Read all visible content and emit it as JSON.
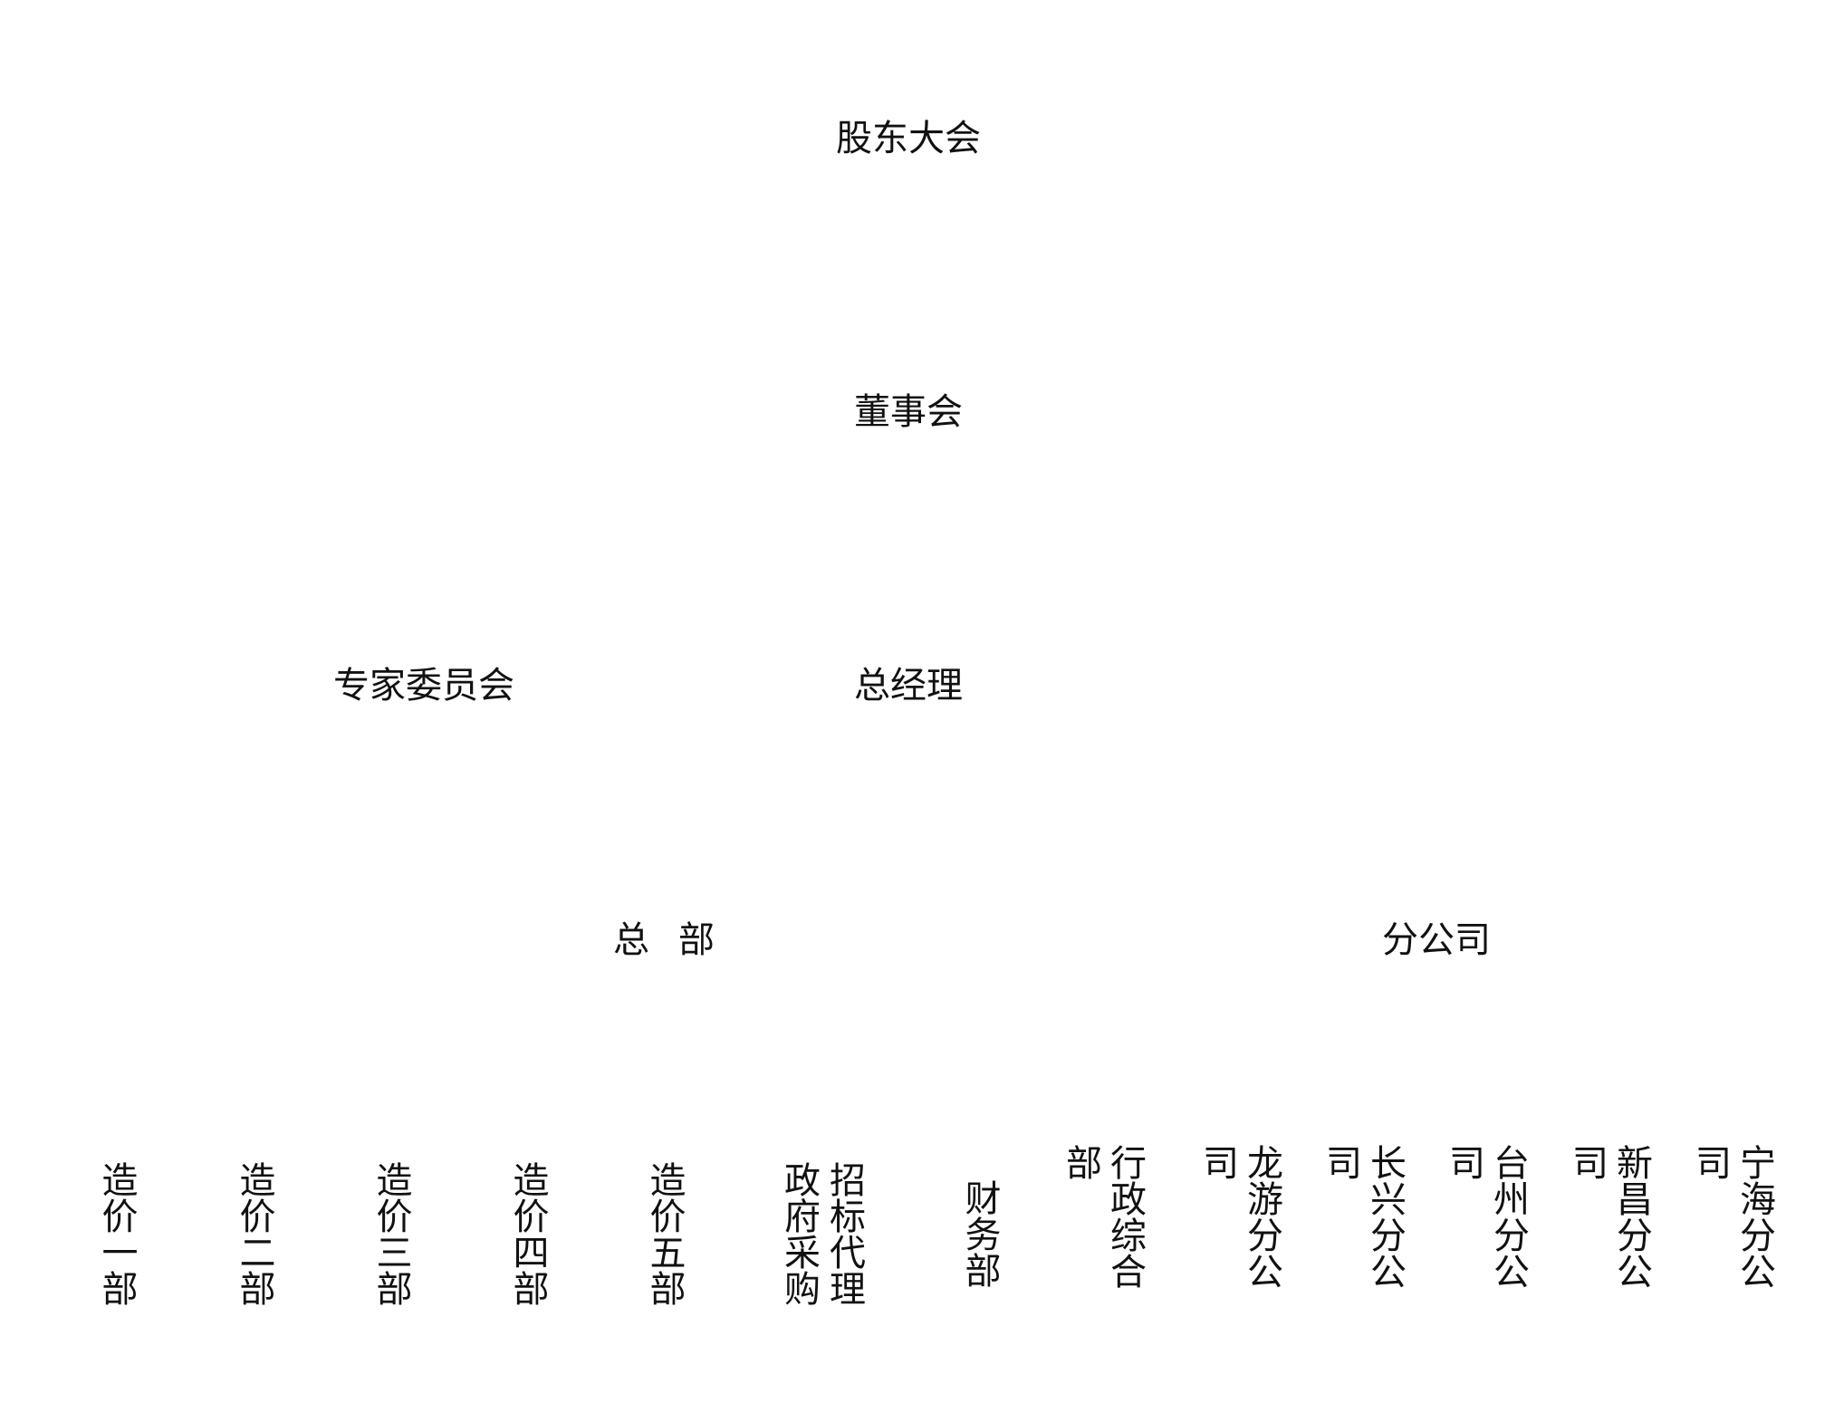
{
  "org_chart": {
    "shareholders": "股东大会",
    "board": "董事会",
    "experts": "专家委员会",
    "general_manager": "总经理",
    "headquarters": "总部",
    "branches": "分公司",
    "departments": [
      "造价一部",
      "造价二部",
      "造价三部",
      "造价四部",
      "造价五部",
      "招标代理政府采购",
      "财务部",
      "行政综合部",
      "龙游分公司",
      "长兴分公司",
      "台州分公司",
      "新昌分公司",
      "宁海分公司"
    ]
  }
}
